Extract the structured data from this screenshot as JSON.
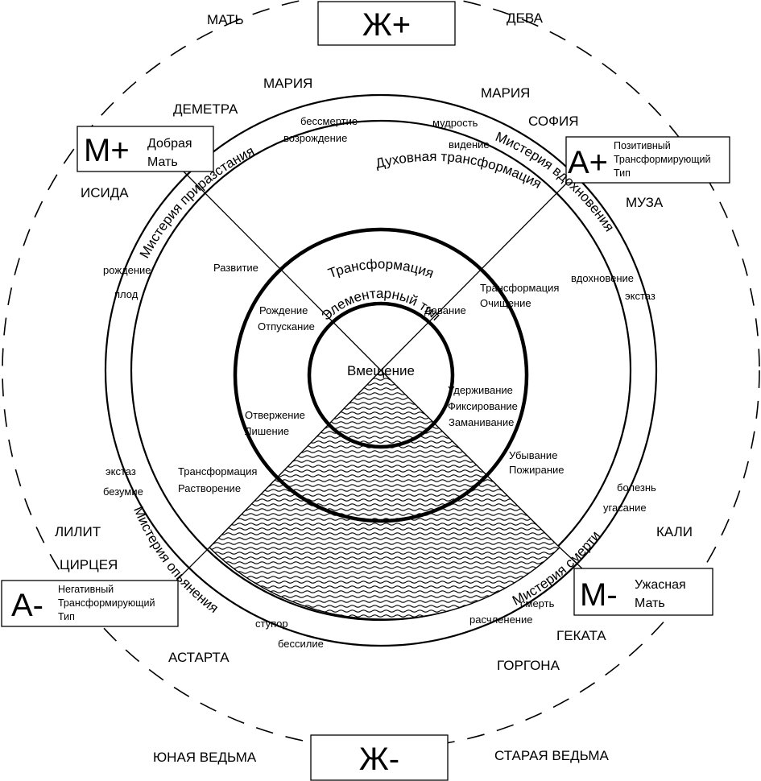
{
  "signs": {
    "top": "Ж+",
    "bottom": "Ж-",
    "m_plus": "М+",
    "a_plus": "А+",
    "a_minus": "А-",
    "m_minus": "М-"
  },
  "boxes": {
    "m_plus": [
      "Добрая",
      "Мать"
    ],
    "a_plus": [
      "Позитивный",
      "Трансформирующий",
      "Тип"
    ],
    "a_minus": [
      "Негативный",
      "Трансформирующий",
      "Тип"
    ],
    "m_minus": [
      "Ужасная",
      "Мать"
    ]
  },
  "outer_names": {
    "mat": "МАТЬ",
    "deva": "ДЕВА",
    "maria_left": "МАРИЯ",
    "maria_right": "МАРИЯ",
    "demetra": "ДЕМЕТРА",
    "sofia": "СОФИЯ",
    "isida": "ИСИДА",
    "muza": "МУЗА",
    "lilit": "ЛИЛИТ",
    "cirtseya": "ЦИРЦЕЯ",
    "kali": "КАЛИ",
    "gekata": "ГЕКАТА",
    "astarta": "АСТАРТА",
    "gorgona": "ГОРГОНА",
    "yunaya_vedma": "ЮНАЯ ВЕДЬМА",
    "staraya_vedma": "СТАРАЯ ВЕДЬМА"
  },
  "ring_arcs": {
    "prirastanie": "Мистерия приразстания",
    "vdokhnovenie": "Мистерия вдохновения",
    "opyanenie": "Мистерия опьянения",
    "smert": "Мистерия смерти",
    "dukhovnaya": "Духовная трансформация",
    "transformatsiya": "Трансформация",
    "elementarny": "Элементарный тип"
  },
  "band_words": {
    "bessmertie": "бессмертие",
    "vozrozhdenie": "возрождение",
    "mudrost": "мудрость",
    "videnie": "видение",
    "rozhdenie": "рождение",
    "plod": "плод",
    "vdokhnovenie": "вдохновение",
    "ekstaz_right": "экстаз",
    "ekstaz_left": "экстаз",
    "bezumie": "безумие",
    "bolezn": "болезнь",
    "ugasanie": "угасание",
    "stupor": "ступор",
    "bessilie": "бессилие",
    "smert": "смерть",
    "raschlenenie": "расчленение"
  },
  "inner_words": {
    "razvitie": "Развитие",
    "rozhdenie": "Рождение",
    "otpuskanie": "Отпускание",
    "davanie": "Давание",
    "transformatsiya_r": "Трансформация",
    "ochishchenie": "Очищение",
    "vmeshchenie": "Вмещение",
    "uderzhivanie": "Удерживание",
    "fiksirovanie": "Фиксирование",
    "zamanivanie": "Заманивание",
    "otverzhenie": "Отвержение",
    "lishenie": "Лишение",
    "ubyvanie": "Убывание",
    "pozhiranie": "Пожирание",
    "transformatsiya_l": "Трансформация",
    "rastvorenie": "Растворение"
  },
  "colors": {
    "ink": "#000000",
    "paper": "#ffffff"
  }
}
